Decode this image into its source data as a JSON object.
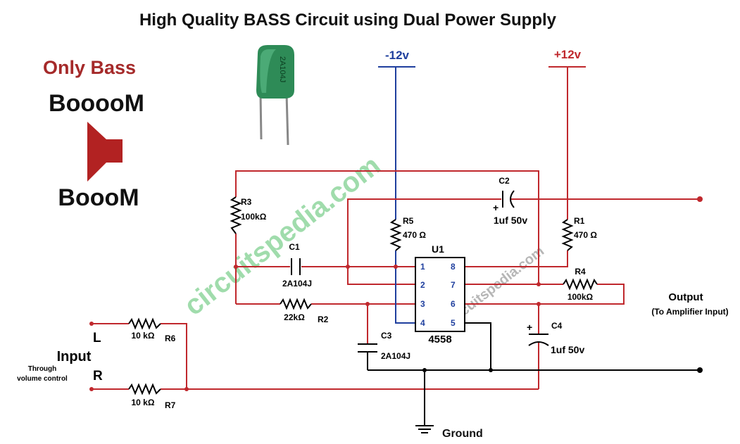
{
  "title": "High Quality BASS Circuit using Dual Power Supply",
  "promo": {
    "line1": "Only Bass",
    "line2": "BooooM",
    "line3": "BoooM"
  },
  "capacitor_photo": {
    "marking": "2A104J"
  },
  "supply": {
    "negative": "-12v",
    "positive": "+12v"
  },
  "ground": "Ground",
  "output": {
    "label": "Output",
    "sublabel": "(To Amplifier Input)"
  },
  "input": {
    "label": "Input",
    "left": "L",
    "right": "R",
    "note_line1": "Through",
    "note_line2": "volume control"
  },
  "ic": {
    "ref": "U1",
    "part": "4558",
    "pins": [
      "1",
      "2",
      "3",
      "4",
      "5",
      "6",
      "7",
      "8"
    ]
  },
  "components": {
    "R1": {
      "ref": "R1",
      "value": "470 Ω"
    },
    "R2": {
      "ref": "R2",
      "value": "22kΩ"
    },
    "R3": {
      "ref": "R3",
      "value": "100kΩ"
    },
    "R4": {
      "ref": "R4",
      "value": "100kΩ"
    },
    "R5": {
      "ref": "R5",
      "value": "470 Ω"
    },
    "R6": {
      "ref": "R6",
      "value": "10 kΩ"
    },
    "R7": {
      "ref": "R7",
      "value": "10 kΩ"
    },
    "C1": {
      "ref": "C1",
      "value": "2A104J"
    },
    "C2": {
      "ref": "C2",
      "value": "1uf 50v",
      "polarity": "+"
    },
    "C3": {
      "ref": "C3",
      "value": "2A104J"
    },
    "C4": {
      "ref": "C4",
      "value": "1uf 50v",
      "polarity": "+"
    }
  },
  "watermark": "circuitspedia.com",
  "colors": {
    "wire": "#c0282d",
    "supply_wire": "#1f3f9e",
    "black_wire": "#000000",
    "speaker": "#b22222",
    "title_accent": "#a52a2a",
    "watermark": "#2fb34a",
    "cap_green": "#2e8b57"
  }
}
